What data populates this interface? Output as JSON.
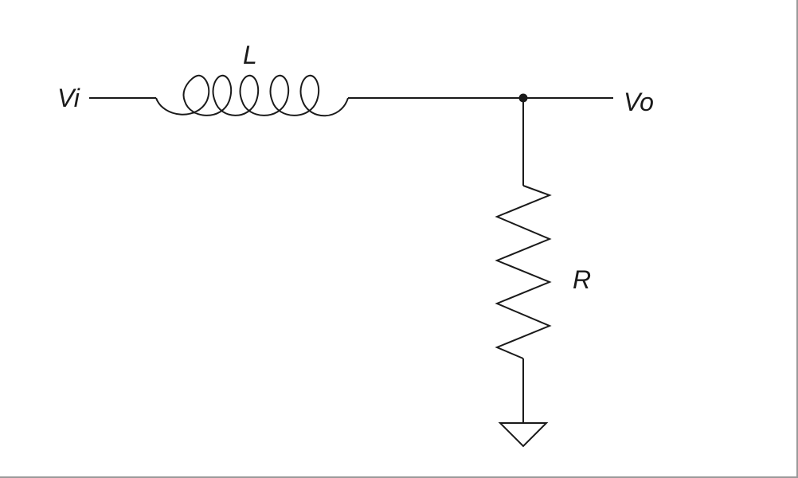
{
  "labels": {
    "input": "Vi",
    "output": "Vo",
    "inductor": "L",
    "resistor": "R"
  },
  "colors": {
    "stroke": "#1a1a1a",
    "background": "#ffffff",
    "frame": "#9a9a9a"
  }
}
